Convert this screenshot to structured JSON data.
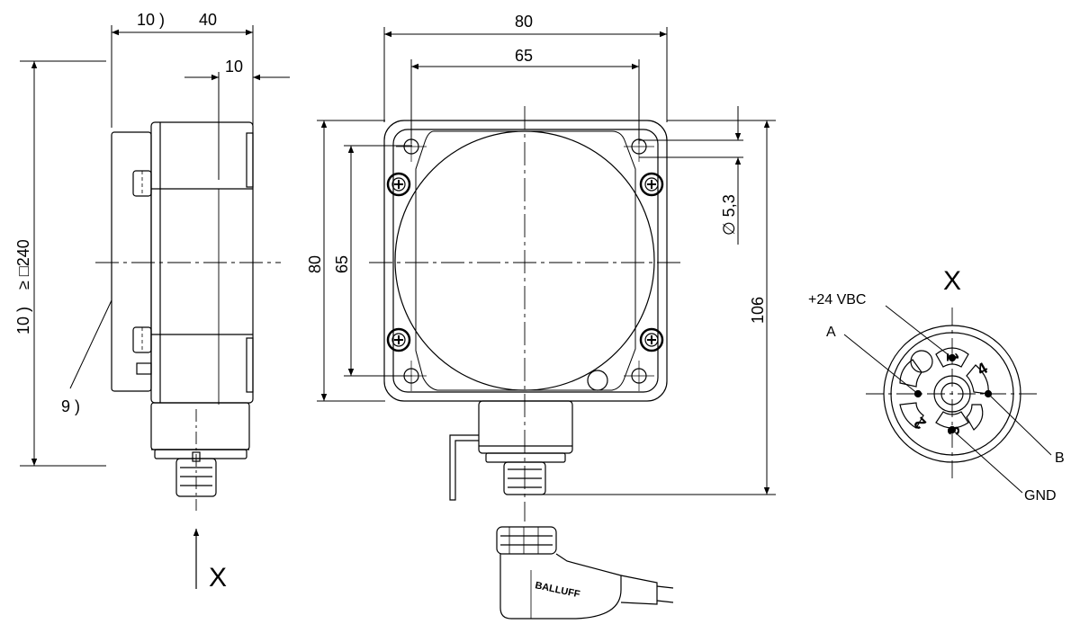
{
  "side_view": {
    "dim_top_note": "10 )",
    "dim_top": "40",
    "dim_inner": "10",
    "dim_left_note": "10 )",
    "dim_left": "≥ □240",
    "callout": "9 )",
    "view_label": "X"
  },
  "front_view": {
    "dim_width_outer": "80",
    "dim_width_inner": "65",
    "dim_height_outer": "80",
    "dim_height_inner": "65",
    "dim_hole": "∅ 5,3",
    "dim_total_height": "106",
    "brand": "BALLUFF"
  },
  "connector_view": {
    "title": "X",
    "labels": {
      "pin1": "+24 VBC",
      "pin2": "A",
      "pin4": "B",
      "pin3": "GND"
    },
    "pins": [
      "1",
      "2",
      "3",
      "4"
    ]
  }
}
